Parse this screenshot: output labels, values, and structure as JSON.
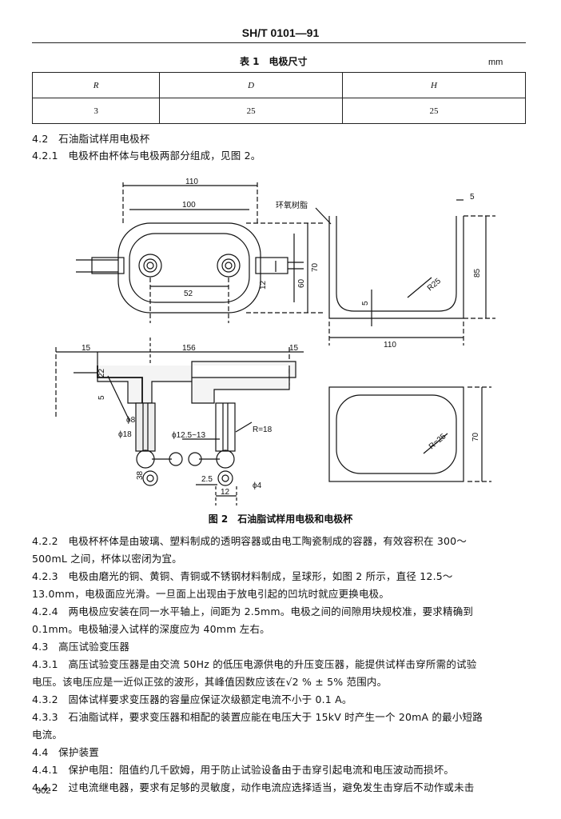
{
  "header": {
    "standard_code": "SH/T 0101—91"
  },
  "table1": {
    "caption": "表 1　电极尺寸",
    "unit": "mm",
    "columns": [
      "R",
      "D",
      "H"
    ],
    "row": [
      "3",
      "25",
      "25"
    ]
  },
  "sections": {
    "s4_2": "4.2　石油脂试样用电极杯",
    "s4_2_1": "4.2.1　电极杯由杯体与电极两部分组成，见图 2。"
  },
  "figure2": {
    "caption": "图 2　石油脂试样用电极和电极杯",
    "labels": {
      "d110_top": "110",
      "d100": "100",
      "d52": "52",
      "d12a": "12",
      "d60": "60",
      "d70": "70",
      "resin": "环氧树脂",
      "d5_top": "5",
      "d85": "85",
      "r25a": "R25",
      "d5_inner": "5",
      "d110_right": "110",
      "d15": "15",
      "d156": "156",
      "d15b": "15",
      "d22": "22",
      "d5_left": "5",
      "phi8": "ϕ8",
      "phi18": "ϕ18",
      "phi125": "ϕ12.5~13",
      "r18": "R=18",
      "d38": "38",
      "d25": "2.5",
      "phi4": "ϕ4",
      "d12b": "12",
      "r25b": "R=25",
      "d70b": "70"
    }
  },
  "paragraphs": {
    "p4_2_2a": "4.2.2　电极杯杯体是由玻璃、塑料制成的透明容器或由电工陶瓷制成的容器，有效容积在 300～",
    "p4_2_2b": "500mL 之间，杯体以密闭为宜。",
    "p4_2_3a": "4.2.3　电极由磨光的铜、黄铜、青铜或不锈钢材料制成，呈球形，如图 2 所示，直径 12.5～",
    "p4_2_3b": "13.0mm，电极面应光滑。一旦面上出现由于放电引起的凹坑时就应更换电极。",
    "p4_2_4a": "4.2.4　两电极应安装在同一水平轴上，间距为 2.5mm。电极之间的间隙用块规校准，要求精确到",
    "p4_2_4b": "0.1mm。电极轴浸入试样的深度应为 40mm 左右。",
    "p4_3": "4.3　高压试验变压器",
    "p4_3_1a": "4.3.1　高压试验变压器是由交流 50Hz 的低压电源供电的升压变压器，能提供试样击穿所需的试验",
    "p4_3_1b": "电压。该电压应是一近似正弦的波形，其峰值因数应该在√2 % ± 5% 范围内。",
    "p4_3_2": "4.3.2　固体试样要求变压器的容量应保证次级额定电流不小于 0.1 A。",
    "p4_3_3a": "4.3.3　石油脂试样，要求变压器和相配的装置应能在电压大于 15kV 时产生一个 20mA 的最小短路",
    "p4_3_3b": "电流。",
    "p4_4": "4.4　保护装置",
    "p4_4_1": "4.4.1　保护电阻：阻值约几千欧姆，用于防止试验设备由于击穿引起电流和电压波动而损坏。",
    "p4_4_2": "4.4.2　过电流继电器，要求有足够的灵敏度，动作电流应选择适当，避免发生击穿后不动作或未击"
  },
  "footer": {
    "page_number": "302"
  }
}
